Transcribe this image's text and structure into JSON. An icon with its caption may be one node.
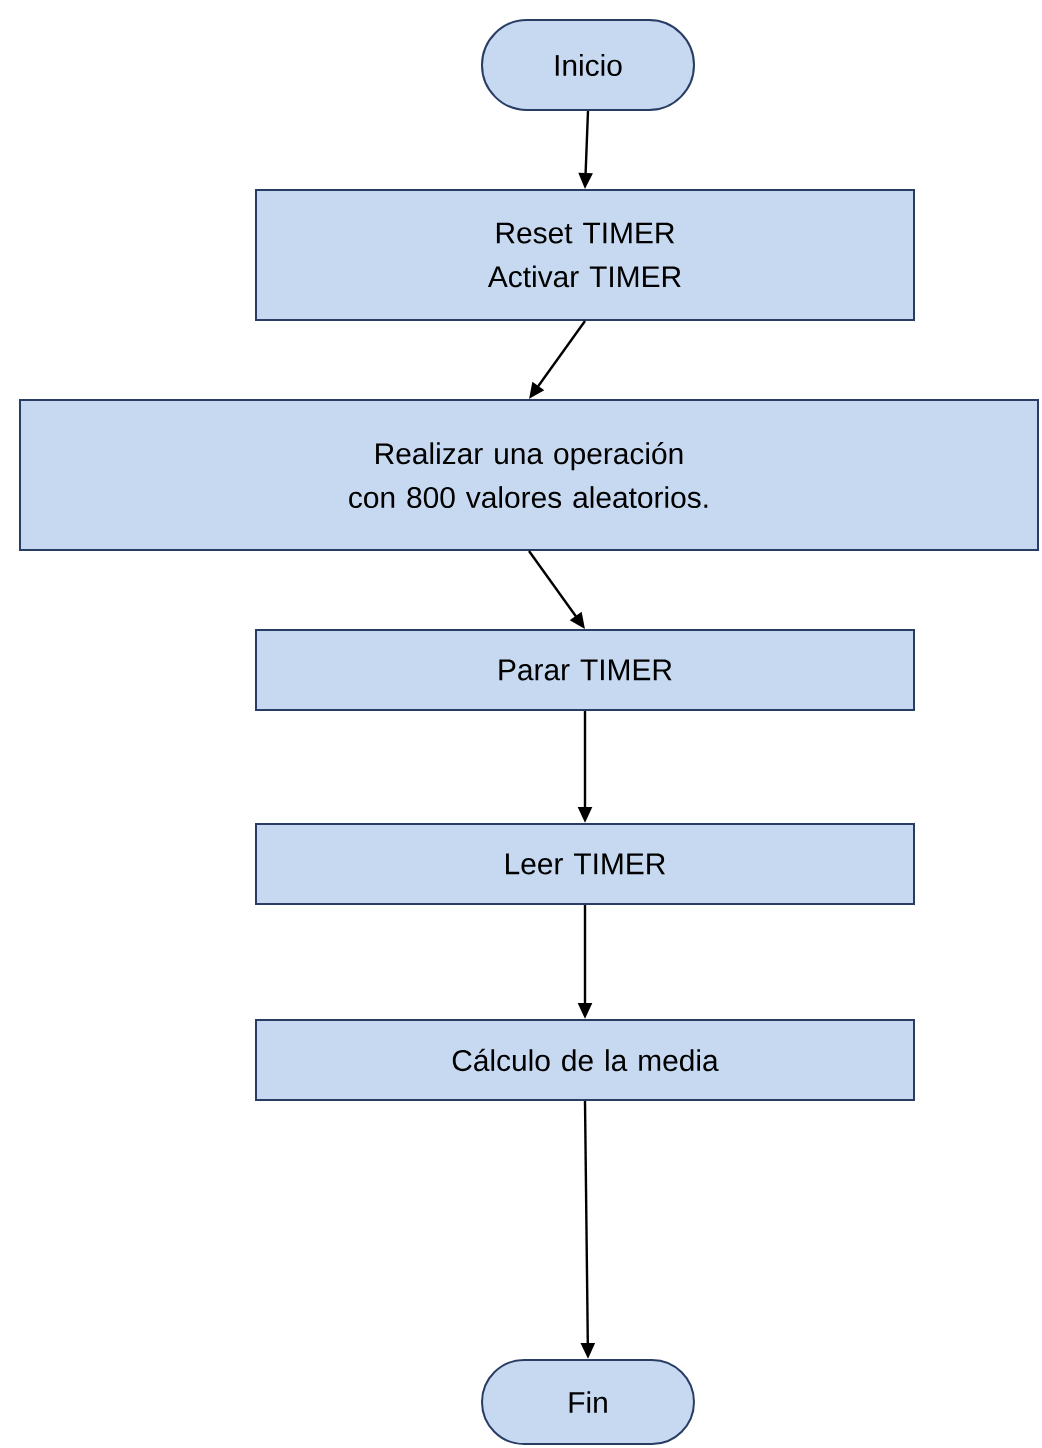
{
  "diagram": {
    "nodes": [
      {
        "text": [
          "Inicio"
        ]
      },
      {
        "text": [
          "Reset TIMER",
          "Activar TIMER"
        ]
      },
      {
        "text": [
          "Realizar una operación con 800 valores aleatorios."
        ]
      },
      {
        "text": [
          "Parar TIMER"
        ]
      },
      {
        "text": [
          "Leer TIMER"
        ]
      },
      {
        "text": [
          "Cálculo de la media"
        ]
      },
      {
        "text": [
          "Fin"
        ]
      }
    ],
    "edges": [
      {
        "from": 0,
        "to": 1,
        "arrow": "to"
      },
      {
        "from": 1,
        "to": 2,
        "arrow": "to"
      },
      {
        "from": 2,
        "to": 3,
        "arrow": "to"
      },
      {
        "from": 3,
        "to": 4,
        "arrow": "to"
      },
      {
        "from": 4,
        "to": 5,
        "arrow": "to"
      },
      {
        "from": 5,
        "to": 6,
        "arrow": "to"
      }
    ]
  }
}
